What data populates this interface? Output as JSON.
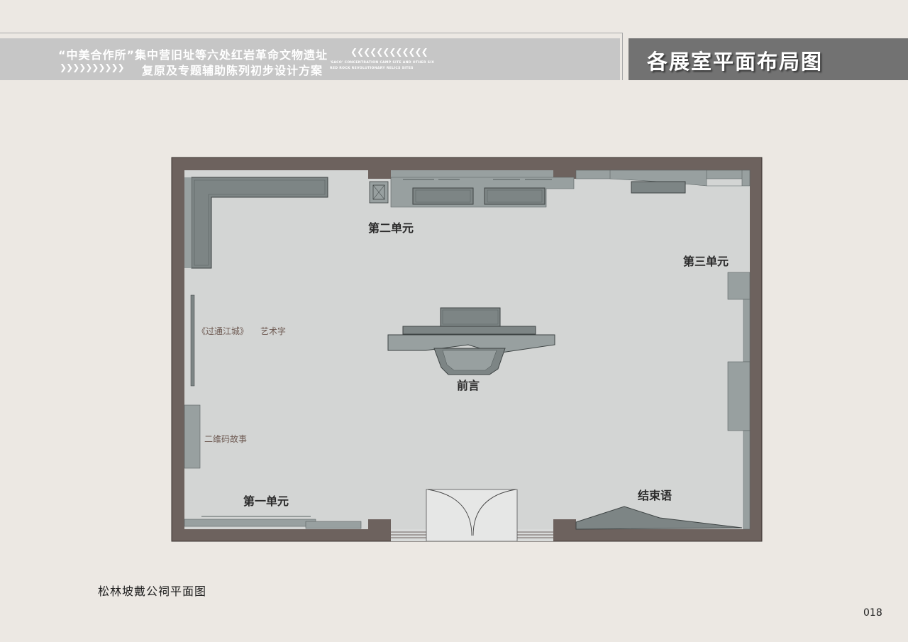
{
  "header": {
    "line1": "“中美合作所”集中营旧址等六处红岩革命文物遗址",
    "line2": "复原及专题辅助陈列初步设计方案",
    "en_line1": "'SACO' CONCENTRATION CAMP SITE AND OTHER SIX",
    "en_line2": "RED ROCK REVOLUTIONARY RELICS SITES",
    "chevrons_right": "❮❮❮❮❮❮❮❮❮❮❮❮",
    "chevrons_left": "❯❯❯❯❯❯❯❯❯❯"
  },
  "title": "各展室平面布局图",
  "plan": {
    "labels": {
      "unit1": "第一单元",
      "unit2": "第二单元",
      "unit3": "第三单元",
      "preface": "前言",
      "conclusion": "结束语",
      "art_text_title": "《过通江城》",
      "art_text_type": "艺术字",
      "qr_story": "二维码故事"
    },
    "caption": "松林坡戴公祠平面图"
  },
  "page_number": "018",
  "colors": {
    "wall": "#6d625e",
    "floor": "#d3d5d4",
    "fixture": "#7d8585",
    "fixture_light": "#98a0a0",
    "outline": "#3e4444"
  }
}
